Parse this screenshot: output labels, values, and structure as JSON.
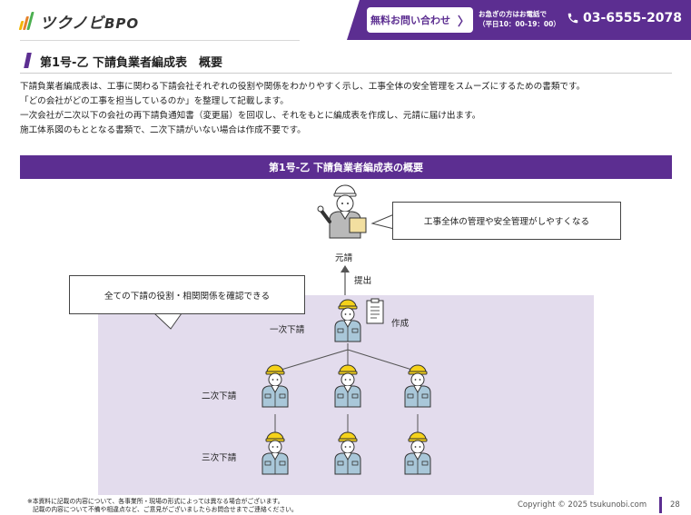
{
  "header": {
    "logo_text": "ツクノビ",
    "logo_suffix": "BPO",
    "cta_button": "無料お問い合わせ",
    "cta_note_line1": "お急ぎの方はお電話で",
    "cta_note_line2": "（平日10：00-19：00）",
    "phone": "03-6555-2078",
    "brand_color": "#5c2e91"
  },
  "page": {
    "title": "第1号-乙 下請負業者編成表　概要",
    "paragraphs": [
      "下請負業者編成表は、工事に関わる下請会社それぞれの役割や関係をわかりやすく示し、工事全体の安全管理をスムーズにするための書類です。",
      "「どの会社がどの工事を担当しているのか」を整理して記載します。",
      "一次会社が二次以下の会社の再下請負通知書（変更届）を回収し、それをもとに編成表を作成し、元請に届け出ます。",
      "施工体系図のもととなる書類で、二次下請がいない場合は作成不要です。"
    ]
  },
  "diagram": {
    "heading": "第1号-乙 下請負業者編成表の概要",
    "bubble_top": "工事全体の管理や安全管理がしやすくなる",
    "bubble_left": "全ての下請の役割・相関関係を確認できる",
    "label_motouke": "元請",
    "label_teishutsu": "提出",
    "label_sakusei": "作成",
    "label_ichiji": "一次下請",
    "label_niji": "二次下請",
    "label_sanji": "三次下請"
  },
  "footer": {
    "note_line1": "※本資料に記載の内容について、各事業所・現場の形式によっては異なる場合がございます。",
    "note_line2": "記載の内容について不備や相違点など、ご意見がございましたらお問合せまでご連絡ください。",
    "copyright": "Copyright © 2025 tsukunobi.com",
    "page_number": "28"
  }
}
